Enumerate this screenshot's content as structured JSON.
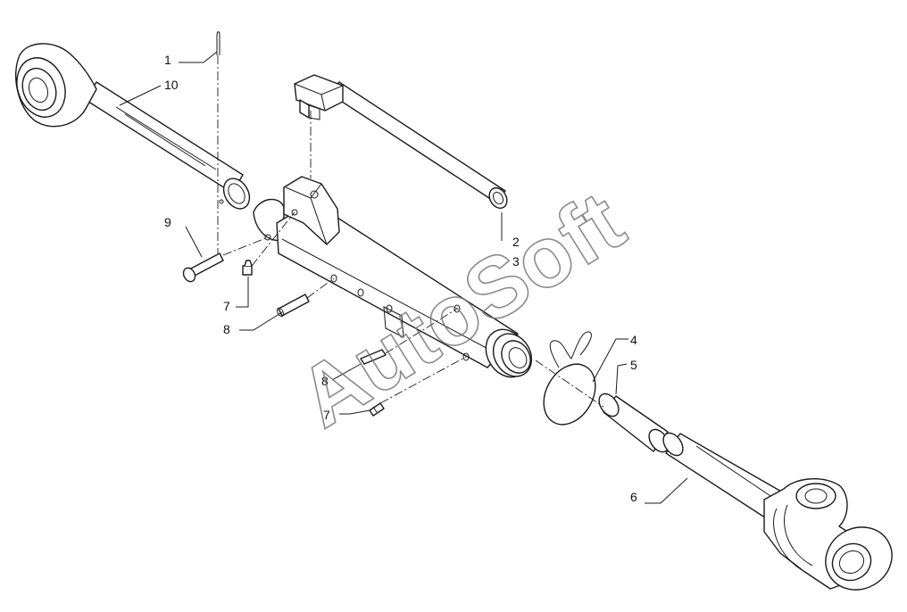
{
  "watermark": "AutoSoft",
  "callouts": {
    "c1": "1",
    "c10": "10",
    "c9": "9",
    "c7a": "7",
    "c8a": "8",
    "c2": "2",
    "c3": "3",
    "c8b": "8",
    "c7b": "7",
    "c4": "4",
    "c5": "5",
    "c6": "6"
  }
}
